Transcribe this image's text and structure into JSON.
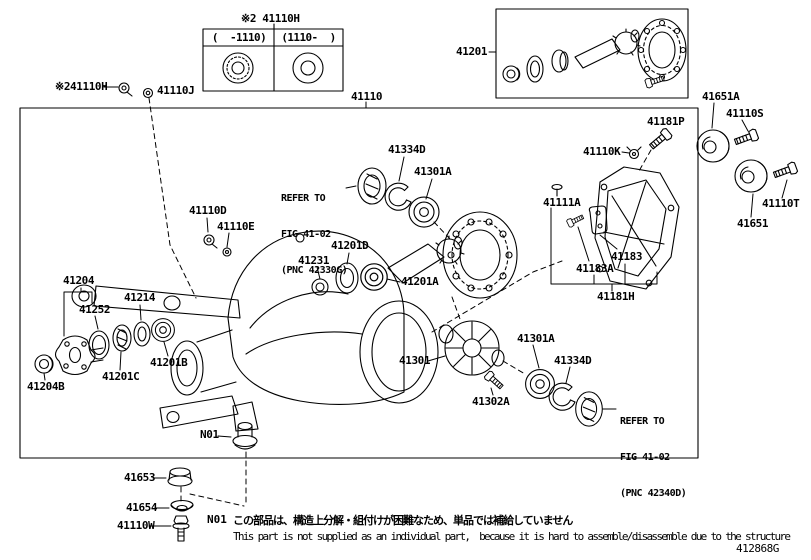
{
  "colors": {
    "ink": "#000000",
    "background": "#ffffff"
  },
  "variant_table": {
    "title": "※2 41110H",
    "col_left": "(  -1110)",
    "col_right": "(1110-  )"
  },
  "inset": {
    "label": "41201"
  },
  "labels": {
    "v41110H_left": "※241110H",
    "v41110J": "41110J",
    "v41110": "41110",
    "v41651A": "41651A",
    "v41110S": "41110S",
    "v41181P": "41181P",
    "v41110K": "41110K",
    "v41110T": "41110T",
    "v41651": "41651",
    "v41334D_top": "41334D",
    "v41301A_top": "41301A",
    "v41111A": "41111A",
    "v41183": "41183",
    "v41183A": "41183A",
    "v41181H": "41181H",
    "v41110D": "41110D",
    "v41110E": "41110E",
    "v41201D": "41201D",
    "v41231": "41231",
    "v41201A": "41201A",
    "v41204": "41204",
    "v41252": "41252",
    "v41214": "41214",
    "v41201B": "41201B",
    "v41201C": "41201C",
    "v41204B": "41204B",
    "v41301": "41301",
    "v41302A": "41302A",
    "v41301A_bot": "41301A",
    "v41334D_bot": "41334D",
    "vN01": "N01",
    "v41653": "41653",
    "v41654": "41654",
    "v41110W": "41110W"
  },
  "refer_top": {
    "line1": "REFER TO",
    "line2": "FIG 41-02",
    "line3": "(PNC 42330G)"
  },
  "refer_bottom": {
    "line1": "REFER TO",
    "line2": "FIG 41-02",
    "line3": "(PNC 42340D)"
  },
  "footnote": {
    "code": "N01",
    "jp": "この部品は、構造上分解・組付けが困難なため、単品では補給していません",
    "en": "This part is not supplied as an individual part,  because it is hard to assemble/disassemble due to the structure"
  },
  "figure_code": "412868G"
}
